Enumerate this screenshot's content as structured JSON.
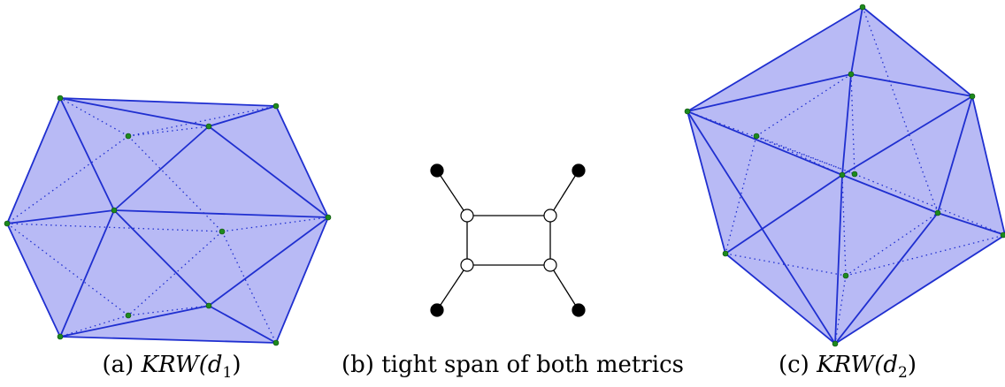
{
  "captions": {
    "a": {
      "label": "(a)",
      "math": "KRW(d",
      "sub": "1",
      "close": ")"
    },
    "b": {
      "text": "(b) tight span of both metrics"
    },
    "c": {
      "label": "(c)",
      "math": "KRW(d",
      "sub": "2",
      "close": ")"
    }
  },
  "colors": {
    "face_fill": "#b8baf5",
    "edge": "#1f2fd0",
    "vertex": "#1d8a1d",
    "graph_edge": "#000000",
    "node_filled": "#000000",
    "node_open": "#ffffff"
  }
}
